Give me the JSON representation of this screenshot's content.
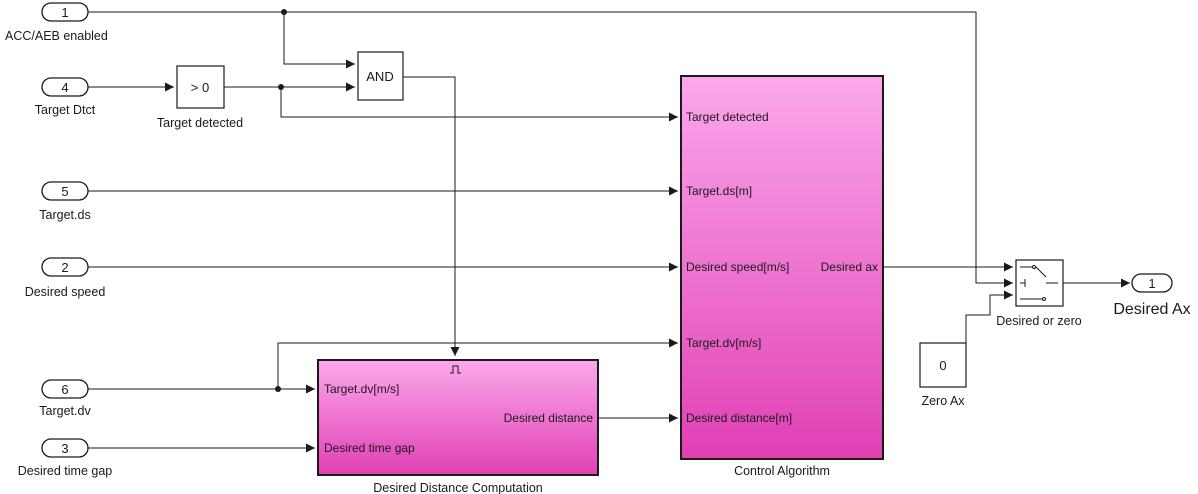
{
  "inports": [
    {
      "number": "1",
      "label": "ACC/AEB enabled"
    },
    {
      "number": "4",
      "label": "Target Dtct"
    },
    {
      "number": "5",
      "label": "Target.ds"
    },
    {
      "number": "2",
      "label": "Desired speed"
    },
    {
      "number": "6",
      "label": "Target.dv"
    },
    {
      "number": "3",
      "label": "Desired time gap"
    }
  ],
  "outport": {
    "number": "1",
    "label": "Desired Ax"
  },
  "blocks": {
    "compare": {
      "text": "> 0",
      "label": "Target detected"
    },
    "and_gate": {
      "text": "AND"
    },
    "zero_const": {
      "text": "0",
      "label": "Zero Ax"
    },
    "switch": {
      "label": "Desired or zero"
    }
  },
  "subsystems": {
    "control_algorithm": {
      "label": "Control Algorithm",
      "inputs": [
        "Target detected",
        "Target.ds[m]",
        "Desired speed[m/s]",
        "Target.dv[m/s]",
        "Desired distance[m]"
      ],
      "output": "Desired ax"
    },
    "desired_distance": {
      "label": "Desired Distance Computation",
      "inputs": [
        "Target.dv[m/s]",
        "Desired time gap"
      ],
      "output": "Desired distance"
    }
  },
  "colors": {
    "subsystem_top": "#fca8ec",
    "subsystem_bottom": "#e040b4"
  }
}
